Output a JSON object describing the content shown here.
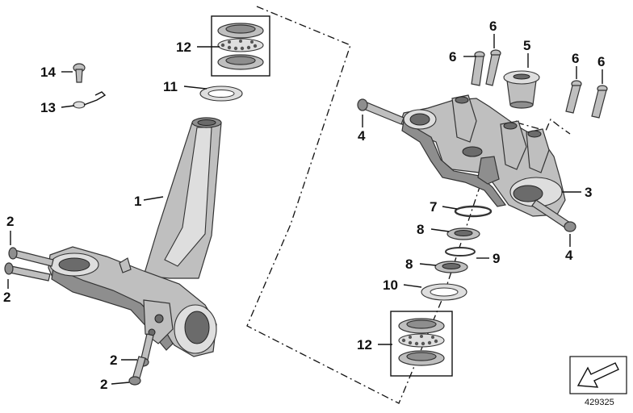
{
  "callouts": {
    "c1": "1",
    "c2a": "2",
    "c2b": "2",
    "c2c": "2",
    "c2d": "2",
    "c3": "3",
    "c4a": "4",
    "c4b": "4",
    "c5": "5",
    "c6a": "6",
    "c6b": "6",
    "c6c": "6",
    "c6d": "6",
    "c7": "7",
    "c8a": "8",
    "c8b": "8",
    "c9": "9",
    "c10": "10",
    "c11": "11",
    "c12a": "12",
    "c12b": "12",
    "c13": "13",
    "c14": "14"
  },
  "diagram_number": "429325",
  "icons": {
    "orientation_arrow": "arrow-diagonal-icon"
  }
}
